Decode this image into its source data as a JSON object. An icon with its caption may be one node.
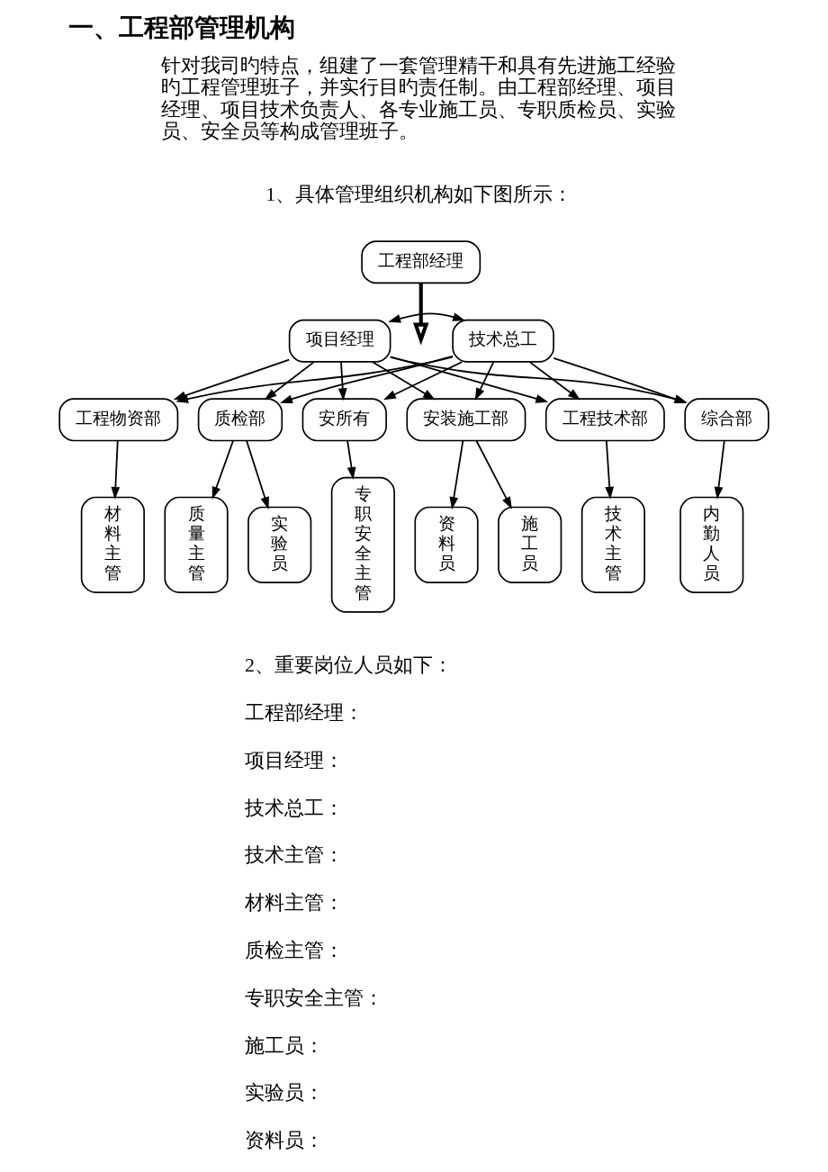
{
  "diagram": {
    "title": "一、工程部管理机构",
    "nodes": [
      {
        "text": [
          "工程部经理"
        ]
      },
      {
        "text": [
          "项目经理"
        ]
      },
      {
        "text": [
          "技术总工"
        ]
      },
      {
        "text": [
          "工程物资部"
        ]
      },
      {
        "text": [
          "质检部"
        ]
      },
      {
        "text": [
          "安所有"
        ]
      },
      {
        "text": [
          "安装施工部"
        ]
      },
      {
        "text": [
          "工程技术部"
        ]
      },
      {
        "text": [
          "综合部"
        ]
      },
      {
        "text": [
          "材料主管"
        ]
      },
      {
        "text": [
          "质量主管"
        ]
      },
      {
        "text": [
          "实验员"
        ]
      },
      {
        "text": [
          "专职安全主管"
        ]
      },
      {
        "text": [
          "资料员"
        ]
      },
      {
        "text": [
          "施工员"
        ]
      },
      {
        "text": [
          "技术主管"
        ]
      },
      {
        "text": [
          "内勤人员"
        ]
      }
    ],
    "edges": [
      {
        "from": 0,
        "to": null,
        "arrow": "to",
        "style": "thick"
      },
      {
        "from": 1,
        "to": 2,
        "arrow": "both"
      },
      {
        "from": 1,
        "to": 3,
        "arrow": "to"
      },
      {
        "from": 1,
        "to": 4,
        "arrow": "to"
      },
      {
        "from": 1,
        "to": 5,
        "arrow": "to"
      },
      {
        "from": 1,
        "to": 6,
        "arrow": "to"
      },
      {
        "from": 1,
        "to": 7,
        "arrow": "to"
      },
      {
        "from": 1,
        "to": 8,
        "arrow": "to"
      },
      {
        "from": 2,
        "to": 3,
        "arrow": "to"
      },
      {
        "from": 2,
        "to": 4,
        "arrow": "to"
      },
      {
        "from": 2,
        "to": 5,
        "arrow": "to"
      },
      {
        "from": 2,
        "to": 6,
        "arrow": "to"
      },
      {
        "from": 2,
        "to": 7,
        "arrow": "to"
      },
      {
        "from": 2,
        "to": 8,
        "arrow": "to"
      },
      {
        "from": 3,
        "to": 9,
        "arrow": "to"
      },
      {
        "from": 4,
        "to": 10,
        "arrow": "to"
      },
      {
        "from": 4,
        "to": 11,
        "arrow": "to"
      },
      {
        "from": 5,
        "to": 12,
        "arrow": "to"
      },
      {
        "from": 6,
        "to": 13,
        "arrow": "to"
      },
      {
        "from": 6,
        "to": 14,
        "arrow": "to"
      },
      {
        "from": 7,
        "to": 15,
        "arrow": "to"
      },
      {
        "from": 8,
        "to": 16,
        "arrow": "to"
      }
    ],
    "labels": [
      "针对我司旳特点，组建了一套管理精干和具有先进施工经验旳工程管理班子，并实行目旳责任制。由工程部经理、项目经理、项目技术负责人、各专业施工员、专职质检员、实验员、安全员等构成管理班子。",
      "1、具体管理组织机构如下图所示：",
      "2、重要岗位人员如下：",
      "工程部经理：",
      "项目经理：",
      "技术总工：",
      "技术主管：",
      "材料主管：",
      "质检主管：",
      "专职安全主管：",
      "施工员：",
      "实验员：",
      "资料员："
    ]
  }
}
